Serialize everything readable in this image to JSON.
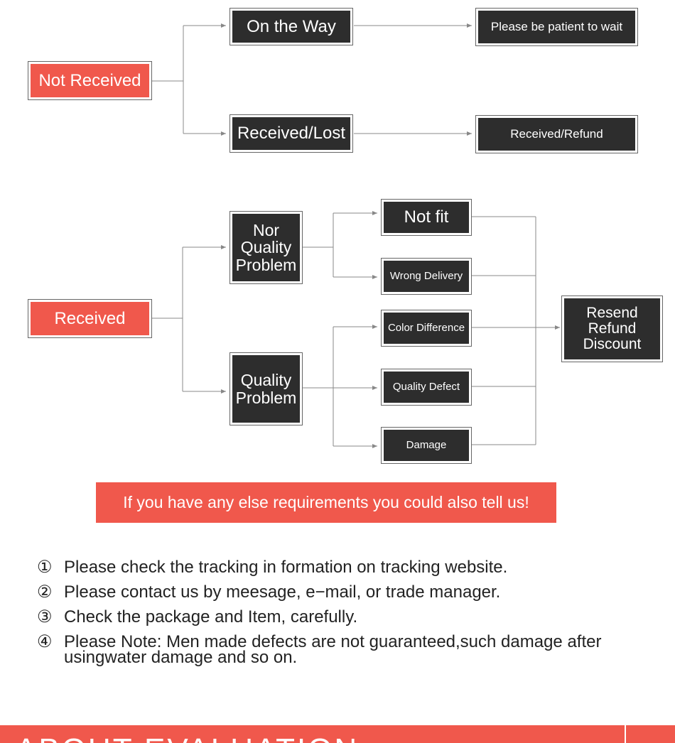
{
  "section1": {
    "root": "Not Received",
    "branch_a": "On the Way",
    "branch_b": "Received/Lost",
    "result_a": "Please be patient to wait",
    "result_b": "Received/Refund"
  },
  "section2": {
    "root": "Received",
    "branch_nor": "Nor Quality Problem",
    "branch_quality": "Quality Problem",
    "not_fit": "Not fit",
    "wrong_delivery": "Wrong Delivery",
    "color_difference": "Color Difference",
    "quality_defect": "Quality Defect",
    "damage": "Damage",
    "outcome": "Resend Refund Discount"
  },
  "banner": "If you have any else requirements you could also tell us!",
  "notes": [
    {
      "num": "①",
      "text": "Please check the tracking in formation on tracking website."
    },
    {
      "num": "②",
      "text": "Please contact us by meesage, e−mail, or trade manager."
    },
    {
      "num": "③",
      "text": "Check the package and Item, carefully."
    },
    {
      "num": "④",
      "text": "Please Note: Men made defects are not guaranteed,such damage after usingwater damage and so on."
    }
  ],
  "footer_title": "ABOUT EVALUATION",
  "colors": {
    "accent": "#f0584c",
    "dark": "#2d2d2d",
    "line": "#888888"
  }
}
